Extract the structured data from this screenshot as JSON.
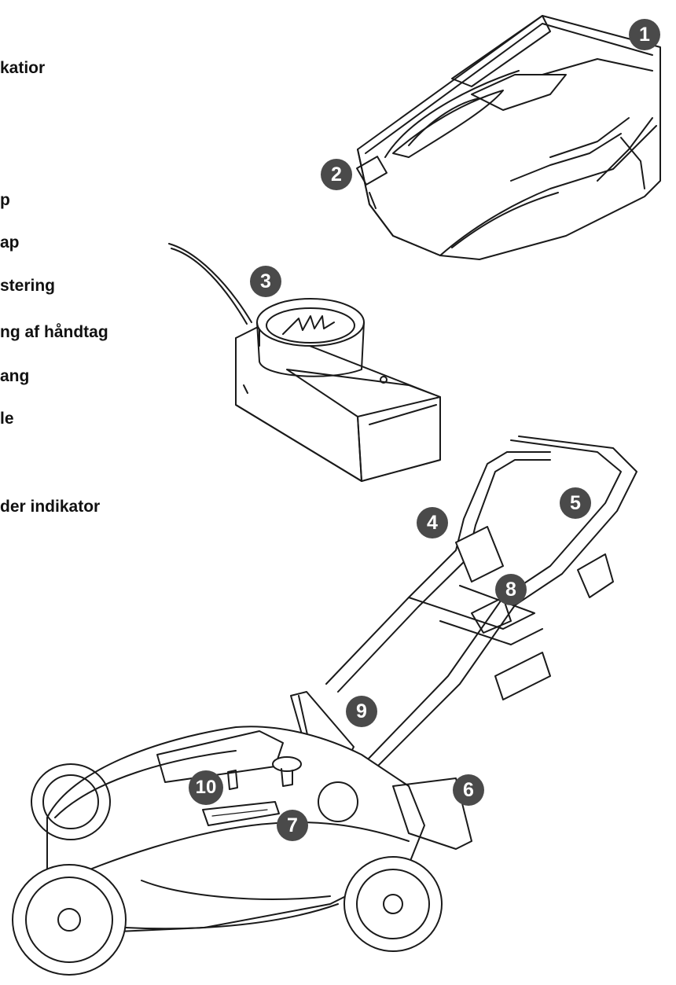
{
  "labels": [
    "katior",
    "p",
    "ap",
    "stering",
    "ng af håndtag",
    "ang",
    "le",
    "der indikator"
  ],
  "callouts": [
    "1",
    "2",
    "3",
    "4",
    "5",
    "6",
    "7",
    "8",
    "9",
    "10"
  ]
}
